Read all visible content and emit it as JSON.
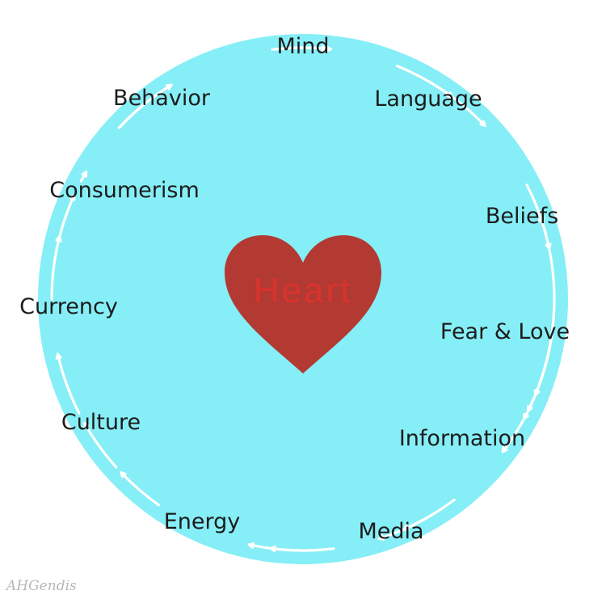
{
  "diagram": {
    "center_label": "Heart",
    "cycle_nodes": [
      "Mind",
      "Language",
      "Beliefs",
      "Fear & Love",
      "Information",
      "Media",
      "Energy",
      "Culture",
      "Currency",
      "Consumerism",
      "Behavior"
    ],
    "signature": "AHGendis"
  },
  "colors": {
    "background": "#ffffff",
    "circle_fill": "#86eef6",
    "heart_fill": "#b23a33",
    "center_text": "#d8332c",
    "arrow": "#ffffff",
    "label_text": "#1c1c1c"
  },
  "icons": {
    "center": "heart-icon",
    "connectors": "curved-arrow-icon"
  }
}
